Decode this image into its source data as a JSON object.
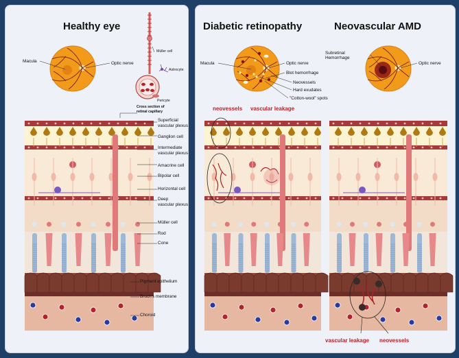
{
  "panels": {
    "healthy": {
      "title": "Healthy eye"
    },
    "diabetic": {
      "title": "Diabetic retinopathy"
    },
    "amd": {
      "title": "Neovascular AMD"
    }
  },
  "fundus_labels": {
    "healthy": {
      "macula": "Macula",
      "optic_nerve": "Optic nerve"
    },
    "diabetic": {
      "macula": "Macula",
      "optic_nerve": "Optic nerve",
      "blot": "Blot hemorrhage",
      "neovessels": "Neovessels",
      "exudates": "Hard exudates",
      "cotton": "\"Cotton-wool\" spots"
    },
    "amd": {
      "subretinal_1": "Subretinal",
      "subretinal_2": "Hemorrhage",
      "optic_nerve": "Optic nerve"
    }
  },
  "capillary": {
    "muller": "Müller cell",
    "astrocyte": "Astrocyte",
    "pericyte": "Pericyte",
    "cross_1": "Cross section of",
    "cross_2": "retinal capillary"
  },
  "layers": {
    "superficial_1": "Superficial",
    "superficial_2": "vascular plexus",
    "ganglion": "Ganglion cell",
    "intermediate_1": "Intermediate",
    "intermediate_2": "vascular plexus",
    "amacrine": "Amacrine cell",
    "bipolar": "Bipolar cell",
    "horizontal": "Horizontal cell",
    "deep_1": "Deep",
    "deep_2": "vascular plexus",
    "muller": "Müller cell",
    "rod": "Rod",
    "cone": "Cone",
    "pigment": "Pigment epithelium",
    "bruch": "Bruch's membrane",
    "choroid": "Choroid"
  },
  "annotations": {
    "dr_neovessels": "neovessels",
    "dr_leakage": "vascular leakage",
    "amd_leakage": "vascular leakage",
    "amd_neovessels": "neovessels"
  },
  "colors": {
    "background": "#1f3f66",
    "panel": "#eef1f8",
    "fundus": "#f29a1a",
    "vessel": "#a8232b",
    "ganglion": "#b07a12",
    "choroid": "#e6b8a2",
    "rpe": "#7a3b2e",
    "rod": "#9fb8d6",
    "cone": "#e7898a",
    "alert": "#c0202a"
  }
}
